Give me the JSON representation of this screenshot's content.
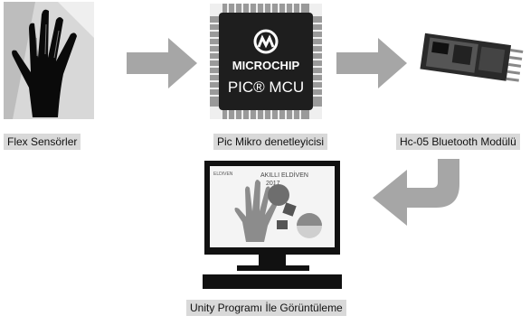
{
  "nodes": [
    {
      "id": "flex",
      "label": "Flex Sensörler"
    },
    {
      "id": "mcu",
      "label": "Pic Mikro denetleyicisi",
      "chip_brand": "MICROCHIP",
      "chip_text": "PIC® MCU"
    },
    {
      "id": "bt",
      "label": "Hc-05 Bluetooth Modülü"
    },
    {
      "id": "unity",
      "label": "Unity Programı İle Görüntüleme",
      "screen_text_1": "AKILLI ELDİVEN",
      "screen_text_2": "2017",
      "screen_text_small": "ELDIVEN"
    }
  ],
  "colors": {
    "arrow": "#a6a6a6",
    "label_bg": "#d9d9d9"
  }
}
